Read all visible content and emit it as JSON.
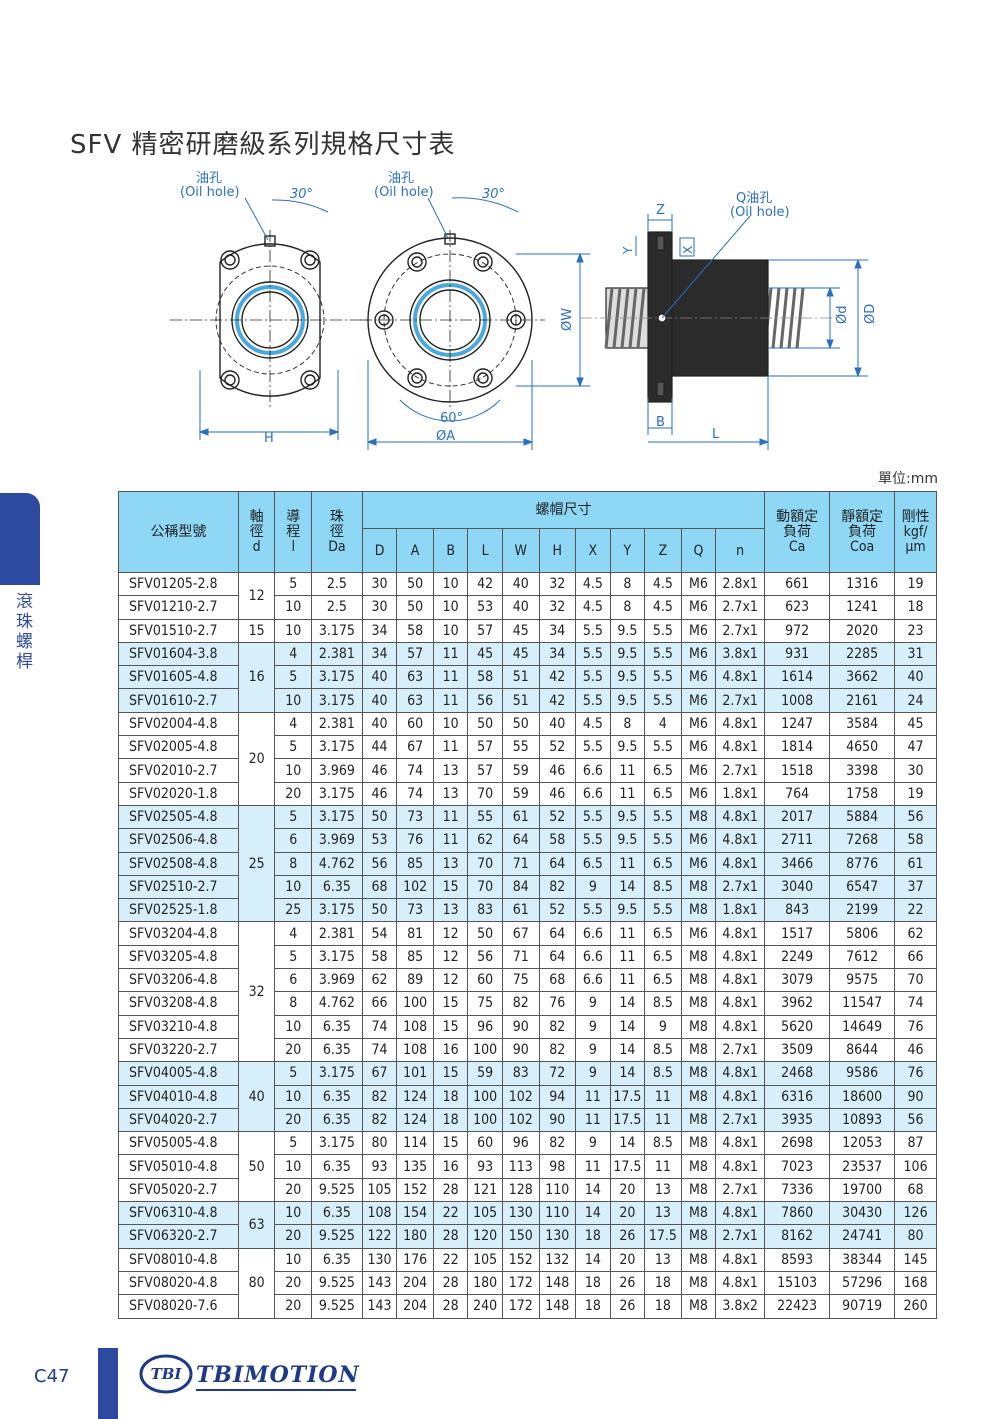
{
  "title": "SFV 精密研磨級系列規格尺寸表",
  "drawing": {
    "oil_hole_cn": "油孔",
    "oil_hole_en": "(Oil hole)",
    "q_oil_hole_cn": "Q油孔",
    "q_oil_hole_en": "(Oil hole)",
    "angle_30": "30°",
    "angle_60": "60°",
    "label_H": "H",
    "label_A": "ØA",
    "label_W": "ØW",
    "label_Z": "Z",
    "label_Y": "Y",
    "label_X": "X",
    "label_B": "B",
    "label_L": "L",
    "label_d": "Ød",
    "label_D": "ØD"
  },
  "unit": "單位:mm",
  "side_tab": [
    "滾",
    "珠",
    "螺",
    "桿"
  ],
  "table": {
    "head": {
      "model": "公稱型號",
      "shaft": [
        "軸",
        "徑",
        "d"
      ],
      "lead": [
        "導",
        "程",
        "l"
      ],
      "ball": [
        "珠",
        "徑",
        "Da"
      ],
      "nut": "螺帽尺寸",
      "nut_cols": [
        "D",
        "A",
        "B",
        "L",
        "W",
        "H",
        "X",
        "Y",
        "Z",
        "Q",
        "n"
      ],
      "dyn": [
        "動額定",
        "負荷",
        "Ca"
      ],
      "sta": [
        "靜額定",
        "負荷",
        "Coa"
      ],
      "rig": [
        "剛性",
        "kgf/",
        "μm"
      ]
    },
    "rows": [
      [
        "SFV01205-2.8",
        "12",
        "5",
        "2.5",
        "30",
        "50",
        "10",
        "42",
        "40",
        "32",
        "4.5",
        "8",
        "4.5",
        "M6",
        "2.8x1",
        "661",
        "1316",
        "19"
      ],
      [
        "SFV01210-2.7",
        "",
        "10",
        "2.5",
        "30",
        "50",
        "10",
        "53",
        "40",
        "32",
        "4.5",
        "8",
        "4.5",
        "M6",
        "2.7x1",
        "623",
        "1241",
        "18"
      ],
      [
        "SFV01510-2.7",
        "15",
        "10",
        "3.175",
        "34",
        "58",
        "10",
        "57",
        "45",
        "34",
        "5.5",
        "9.5",
        "5.5",
        "M6",
        "2.7x1",
        "972",
        "2020",
        "23"
      ],
      [
        "SFV01604-3.8",
        "16",
        "4",
        "2.381",
        "34",
        "57",
        "11",
        "45",
        "45",
        "34",
        "5.5",
        "9.5",
        "5.5",
        "M6",
        "3.8x1",
        "931",
        "2285",
        "31"
      ],
      [
        "SFV01605-4.8",
        "",
        "5",
        "3.175",
        "40",
        "63",
        "11",
        "58",
        "51",
        "42",
        "5.5",
        "9.5",
        "5.5",
        "M6",
        "4.8x1",
        "1614",
        "3662",
        "40"
      ],
      [
        "SFV01610-2.7",
        "",
        "10",
        "3.175",
        "40",
        "63",
        "11",
        "56",
        "51",
        "42",
        "5.5",
        "9.5",
        "5.5",
        "M6",
        "2.7x1",
        "1008",
        "2161",
        "24"
      ],
      [
        "SFV02004-4.8",
        "20",
        "4",
        "2.381",
        "40",
        "60",
        "10",
        "50",
        "50",
        "40",
        "4.5",
        "8",
        "4",
        "M6",
        "4.8x1",
        "1247",
        "3584",
        "45"
      ],
      [
        "SFV02005-4.8",
        "",
        "5",
        "3.175",
        "44",
        "67",
        "11",
        "57",
        "55",
        "52",
        "5.5",
        "9.5",
        "5.5",
        "M6",
        "4.8x1",
        "1814",
        "4650",
        "47"
      ],
      [
        "SFV02010-2.7",
        "",
        "10",
        "3.969",
        "46",
        "74",
        "13",
        "57",
        "59",
        "46",
        "6.6",
        "11",
        "6.5",
        "M6",
        "2.7x1",
        "1518",
        "3398",
        "30"
      ],
      [
        "SFV02020-1.8",
        "",
        "20",
        "3.175",
        "46",
        "74",
        "13",
        "70",
        "59",
        "46",
        "6.6",
        "11",
        "6.5",
        "M6",
        "1.8x1",
        "764",
        "1758",
        "19"
      ],
      [
        "SFV02505-4.8",
        "25",
        "5",
        "3.175",
        "50",
        "73",
        "11",
        "55",
        "61",
        "52",
        "5.5",
        "9.5",
        "5.5",
        "M8",
        "4.8x1",
        "2017",
        "5884",
        "56"
      ],
      [
        "SFV02506-4.8",
        "",
        "6",
        "3.969",
        "53",
        "76",
        "11",
        "62",
        "64",
        "58",
        "5.5",
        "9.5",
        "5.5",
        "M6",
        "4.8x1",
        "2711",
        "7268",
        "58"
      ],
      [
        "SFV02508-4.8",
        "",
        "8",
        "4.762",
        "56",
        "85",
        "13",
        "70",
        "71",
        "64",
        "6.5",
        "11",
        "6.5",
        "M6",
        "4.8x1",
        "3466",
        "8776",
        "61"
      ],
      [
        "SFV02510-2.7",
        "",
        "10",
        "6.35",
        "68",
        "102",
        "15",
        "70",
        "84",
        "82",
        "9",
        "14",
        "8.5",
        "M8",
        "2.7x1",
        "3040",
        "6547",
        "37"
      ],
      [
        "SFV02525-1.8",
        "",
        "25",
        "3.175",
        "50",
        "73",
        "13",
        "83",
        "61",
        "52",
        "5.5",
        "9.5",
        "5.5",
        "M8",
        "1.8x1",
        "843",
        "2199",
        "22"
      ],
      [
        "SFV03204-4.8",
        "32",
        "4",
        "2.381",
        "54",
        "81",
        "12",
        "50",
        "67",
        "64",
        "6.6",
        "11",
        "6.5",
        "M6",
        "4.8x1",
        "1517",
        "5806",
        "62"
      ],
      [
        "SFV03205-4.8",
        "",
        "5",
        "3.175",
        "58",
        "85",
        "12",
        "56",
        "71",
        "64",
        "6.6",
        "11",
        "6.5",
        "M8",
        "4.8x1",
        "2249",
        "7612",
        "66"
      ],
      [
        "SFV03206-4.8",
        "",
        "6",
        "3.969",
        "62",
        "89",
        "12",
        "60",
        "75",
        "68",
        "6.6",
        "11",
        "6.5",
        "M8",
        "4.8x1",
        "3079",
        "9575",
        "70"
      ],
      [
        "SFV03208-4.8",
        "",
        "8",
        "4.762",
        "66",
        "100",
        "15",
        "75",
        "82",
        "76",
        "9",
        "14",
        "8.5",
        "M8",
        "4.8x1",
        "3962",
        "11547",
        "74"
      ],
      [
        "SFV03210-4.8",
        "",
        "10",
        "6.35",
        "74",
        "108",
        "15",
        "96",
        "90",
        "82",
        "9",
        "14",
        "9",
        "M8",
        "4.8x1",
        "5620",
        "14649",
        "76"
      ],
      [
        "SFV03220-2.7",
        "",
        "20",
        "6.35",
        "74",
        "108",
        "16",
        "100",
        "90",
        "82",
        "9",
        "14",
        "8.5",
        "M8",
        "2.7x1",
        "3509",
        "8644",
        "46"
      ],
      [
        "SFV04005-4.8",
        "40",
        "5",
        "3.175",
        "67",
        "101",
        "15",
        "59",
        "83",
        "72",
        "9",
        "14",
        "8.5",
        "M8",
        "4.8x1",
        "2468",
        "9586",
        "76"
      ],
      [
        "SFV04010-4.8",
        "",
        "10",
        "6.35",
        "82",
        "124",
        "18",
        "100",
        "102",
        "94",
        "11",
        "17.5",
        "11",
        "M8",
        "4.8x1",
        "6316",
        "18600",
        "90"
      ],
      [
        "SFV04020-2.7",
        "",
        "20",
        "6.35",
        "82",
        "124",
        "18",
        "100",
        "102",
        "90",
        "11",
        "17.5",
        "11",
        "M8",
        "2.7x1",
        "3935",
        "10893",
        "56"
      ],
      [
        "SFV05005-4.8",
        "50",
        "5",
        "3.175",
        "80",
        "114",
        "15",
        "60",
        "96",
        "82",
        "9",
        "14",
        "8.5",
        "M8",
        "4.8x1",
        "2698",
        "12053",
        "87"
      ],
      [
        "SFV05010-4.8",
        "",
        "10",
        "6.35",
        "93",
        "135",
        "16",
        "93",
        "113",
        "98",
        "11",
        "17.5",
        "11",
        "M8",
        "4.8x1",
        "7023",
        "23537",
        "106"
      ],
      [
        "SFV05020-2.7",
        "",
        "20",
        "9.525",
        "105",
        "152",
        "28",
        "121",
        "128",
        "110",
        "14",
        "20",
        "13",
        "M8",
        "2.7x1",
        "7336",
        "19700",
        "68"
      ],
      [
        "SFV06310-4.8",
        "63",
        "10",
        "6.35",
        "108",
        "154",
        "22",
        "105",
        "130",
        "110",
        "14",
        "20",
        "13",
        "M8",
        "4.8x1",
        "7860",
        "30430",
        "126"
      ],
      [
        "SFV06320-2.7",
        "",
        "20",
        "9.525",
        "122",
        "180",
        "28",
        "120",
        "150",
        "130",
        "18",
        "26",
        "17.5",
        "M8",
        "2.7x1",
        "8162",
        "24741",
        "80"
      ],
      [
        "SFV08010-4.8",
        "80",
        "10",
        "6.35",
        "130",
        "176",
        "22",
        "105",
        "152",
        "132",
        "14",
        "20",
        "13",
        "M8",
        "4.8x1",
        "8593",
        "38344",
        "145"
      ],
      [
        "SFV08020-4.8",
        "",
        "20",
        "9.525",
        "143",
        "204",
        "28",
        "180",
        "172",
        "148",
        "18",
        "26",
        "18",
        "M8",
        "4.8x1",
        "15103",
        "57296",
        "168"
      ],
      [
        "SFV08020-7.6",
        "",
        "20",
        "9.525",
        "143",
        "204",
        "28",
        "240",
        "172",
        "148",
        "18",
        "26",
        "18",
        "M8",
        "3.8x2",
        "22423",
        "90719",
        "260"
      ]
    ],
    "highlight_groups": [
      "16",
      "25",
      "40",
      "63"
    ]
  },
  "footer": {
    "page": "C47",
    "logo_text": "TBI",
    "brand": "TBIMOTION"
  },
  "colors": {
    "header_blue": "#8ed8f6",
    "row_blue": "#d6effb",
    "brand_blue": "#2c4aa0",
    "drawing_blue": "#2a6fc0"
  }
}
